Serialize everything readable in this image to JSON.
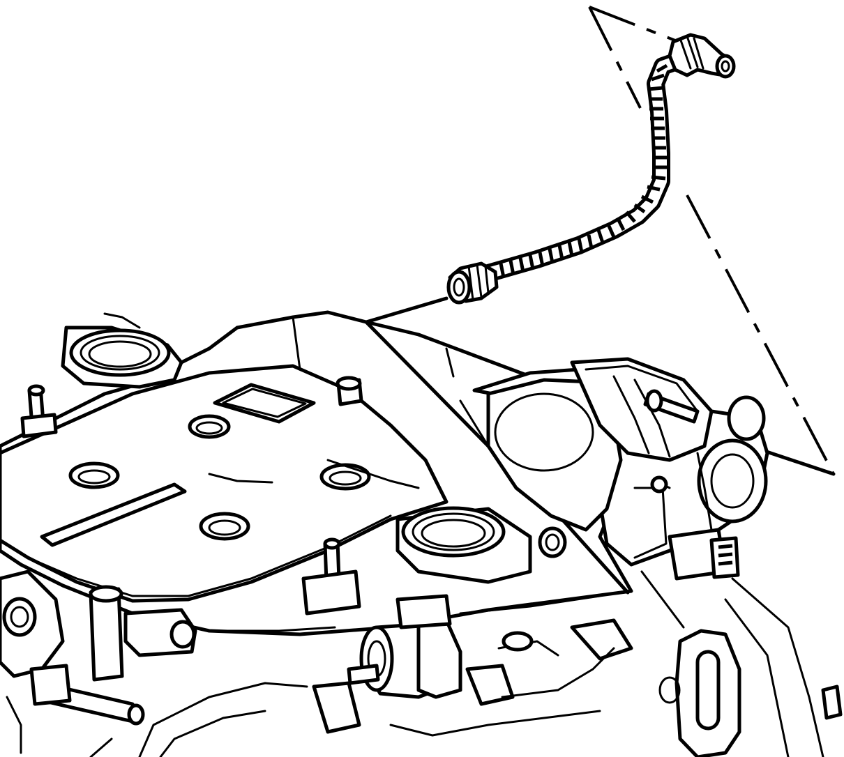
{
  "figure": {
    "style": "black line-art technical service illustration",
    "colors": {
      "ink": "#000000",
      "background": "#ffffff"
    },
    "parts": [
      {
        "id": "pcv-hose",
        "icon": "corrugated-hose-icon"
      },
      {
        "id": "hose-elbow-connector",
        "icon": "elbow-connector-icon"
      },
      {
        "id": "hose-straight-connector",
        "icon": "quick-connector-icon"
      },
      {
        "id": "intake-plenum",
        "icon": "engine-intake-manifold-icon"
      },
      {
        "id": "throttle-body",
        "icon": "throttle-body-icon"
      },
      {
        "id": "engine-lower-components",
        "icon": "engine-block-icon"
      }
    ]
  }
}
